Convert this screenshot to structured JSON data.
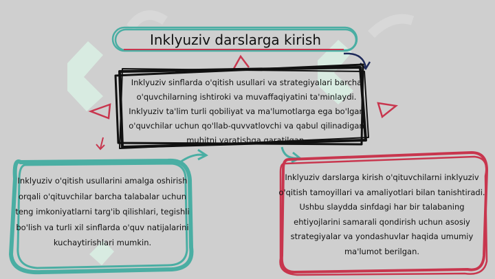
{
  "slide": {
    "title": "Inklyuziv darslarga kirish",
    "center_text": "Inklyuziv sinflarda o'qitish usullari va strategiyalari barcha o'quvchilarning ishtiroki va muvaffaqiyatini ta'minlaydi. Inklyuziv ta'lim turli qobiliyat va ma'lumotlarga ega bo'lgan o'quvchilar uchun qo'llab-quvvatlovchi va qabul qilinadigan muhitni yaratishga qaratilgan.",
    "left_text": "Inklyuziv o'qitish usullarini amalga oshirish orqali o'qituvchilar barcha talabalar uchun teng imkoniyatlarni targ'ib qilishlari, tegishli bo'lish va turli xil sinflarda o'quv natijalarini kuchaytirishlari mumkin.",
    "right_text": "Inklyuziv darslarga kirish o'qituvchilarni inklyuziv o'qitish tamoyillari va amaliyotlari bilan tanishtiradi. Ushbu slaydda sinfdagi har bir talabaning ehtiyojlarini samarali qondirish uchun asosiy strategiyalar va yondashuvlar haqida umumiy ma'lumot berilgan."
  },
  "colors": {
    "background": "#cfcfcf",
    "teal": "#4aaea3",
    "crimson": "#c8364e",
    "black": "#111111",
    "navy": "#1f2a5a",
    "watermark": "#d9f0e4"
  }
}
